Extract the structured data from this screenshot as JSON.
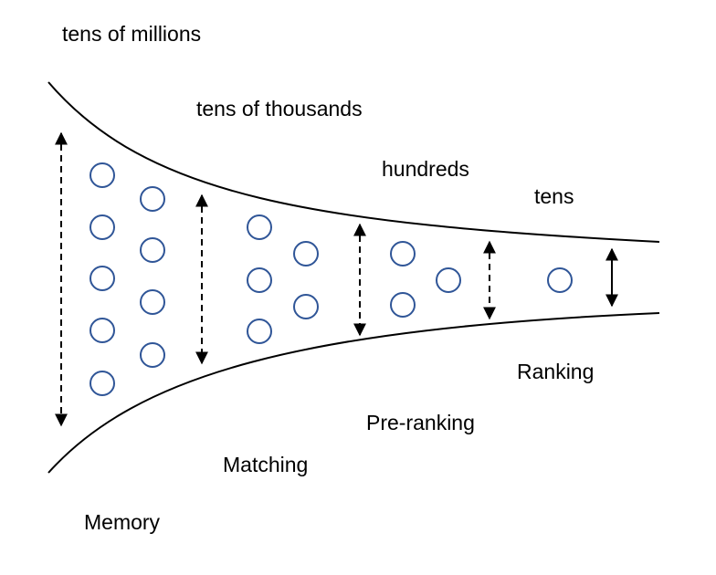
{
  "scale_labels": {
    "tens_of_millions": "tens of millions",
    "tens_of_thousands": "tens of thousands",
    "hundreds": "hundreds",
    "tens": "tens"
  },
  "stage_labels": {
    "memory": "Memory",
    "matching": "Matching",
    "pre_ranking": "Pre-ranking",
    "ranking": "Ranking"
  },
  "colors": {
    "circle_stroke": "#2f5597",
    "line": "#000000",
    "text": "#000000"
  }
}
